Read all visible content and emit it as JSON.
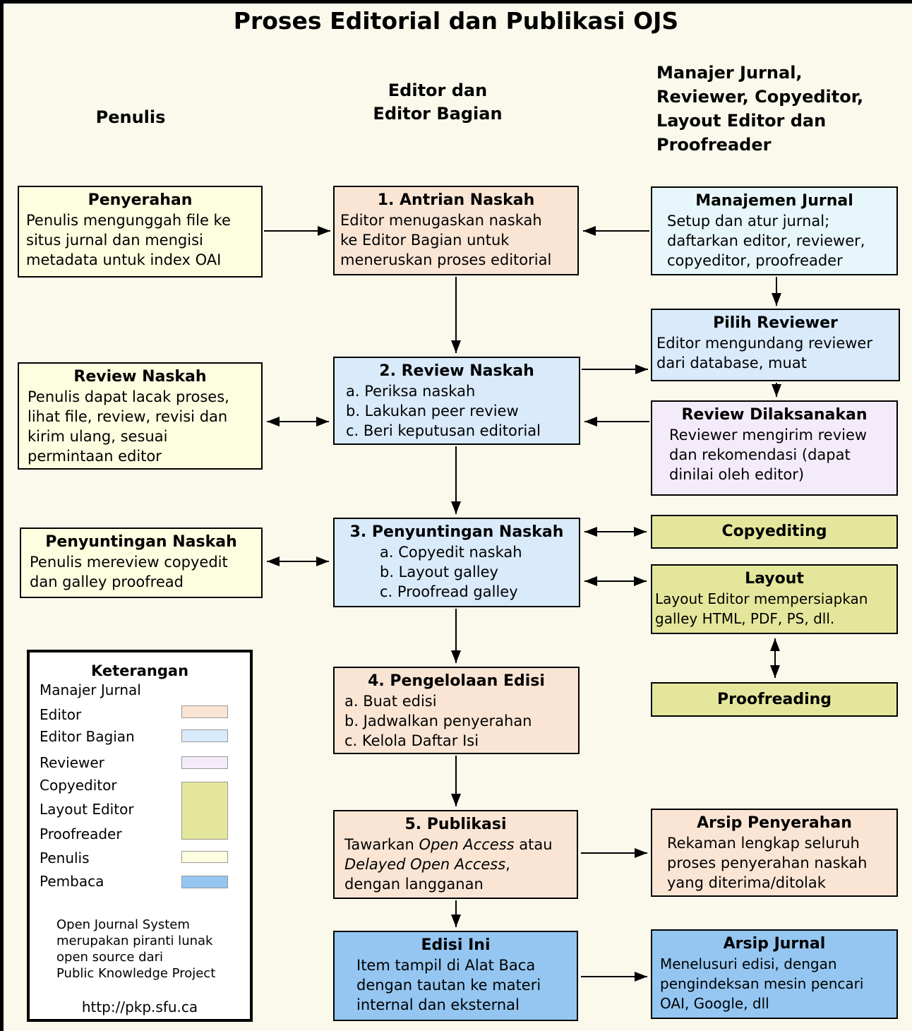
{
  "title": "Proses Editorial dan Publikasi OJS",
  "columns": {
    "col1": "Penulis",
    "col2_lines": [
      "Editor dan",
      "Editor Bagian"
    ],
    "col3_lines": [
      "Manajer Jurnal,",
      "Reviewer, Copyeditor,",
      "Layout Editor dan",
      "Proofreader"
    ]
  },
  "boxes": {
    "penyerahan": {
      "title": "Penyerahan",
      "lines": [
        "Penulis mengunggah file ke",
        "situs jurnal dan mengisi",
        "metadata untuk index OAI"
      ]
    },
    "antrian": {
      "title": "1. Antrian Naskah",
      "lines": [
        "Editor menugaskan naskah",
        "ke Editor Bagian untuk",
        "meneruskan proses editorial"
      ]
    },
    "manajemen": {
      "title": "Manajemen Jurnal",
      "lines": [
        "Setup dan atur jurnal;",
        "daftarkan editor, reviewer,",
        "copyeditor, proofreader"
      ]
    },
    "pilih_reviewer": {
      "title": "Pilih Reviewer",
      "lines": [
        "Editor mengundang reviewer",
        "dari database, muat"
      ]
    },
    "review_naskah_penulis": {
      "title": "Review Naskah",
      "lines": [
        "Penulis dapat lacak proses,",
        "lihat file, review, revisi dan",
        "kirim ulang, sesuai",
        "permintaan editor"
      ]
    },
    "review_naskah": {
      "title": "2. Review Naskah",
      "lines": [
        "a. Periksa naskah",
        "b. Lakukan peer review",
        "c. Beri keputusan editorial"
      ]
    },
    "review_dilaksanakan": {
      "title": "Review Dilaksanakan",
      "lines": [
        "Reviewer mengirim review",
        "dan rekomendasi (dapat",
        "dinilai oleh editor)"
      ]
    },
    "penyuntingan_penulis": {
      "title": "Penyuntingan Naskah",
      "lines": [
        "Penulis mereview copyedit",
        "dan galley proofread"
      ]
    },
    "penyuntingan": {
      "title": "3. Penyuntingan Naskah",
      "lines": [
        "a. Copyedit naskah",
        "b. Layout galley",
        "c. Proofread galley"
      ]
    },
    "copyediting": {
      "title": "Copyediting"
    },
    "layout": {
      "title": "Layout",
      "lines": [
        "Layout Editor mempersiapkan",
        "galley HTML, PDF, PS, dll."
      ]
    },
    "proofreading": {
      "title": "Proofreading"
    },
    "pengelolaan": {
      "title": "4. Pengelolaan Edisi",
      "lines": [
        "a. Buat edisi",
        "b. Jadwalkan penyerahan",
        "c. Kelola Daftar Isi"
      ]
    },
    "publikasi": {
      "title": "5. Publikasi",
      "lines": [
        "Tawarkan *Open Access* atau",
        "*Delayed Open Access*,",
        "dengan langganan"
      ]
    },
    "arsip_penyerahan": {
      "title": "Arsip Penyerahan",
      "lines": [
        "Rekaman lengkap seluruh",
        "proses penyerahan naskah",
        "yang diterima/ditolak"
      ]
    },
    "edisi_ini": {
      "title": "Edisi Ini",
      "lines": [
        "Item tampil di Alat Baca",
        "dengan tautan ke materi",
        "internal dan eksternal"
      ]
    },
    "arsip_jurnal": {
      "title": "Arsip Jurnal",
      "lines": [
        "Menelusuri edisi, dengan",
        "pengindeksan mesin pencari",
        "OAI, Google, dll"
      ]
    }
  },
  "legend": {
    "title": "Keterangan",
    "entries": [
      "Manajer Jurnal",
      "Editor",
      "Editor Bagian",
      "Reviewer",
      "Copyeditor",
      "Layout Editor",
      "Proofreader",
      "Penulis",
      "Pembaca"
    ],
    "footer_lines": [
      "Open Journal System",
      "merupakan piranti lunak",
      "open source dari",
      "Public Knowledge Project"
    ],
    "url": "http://pkp.sfu.ca"
  },
  "colors": {
    "background": "#FAF9EC",
    "penulis_box": "#FDFDE0",
    "editor_box": "#FAE5D4",
    "manajer_jurnal_box": "#E6F6FA",
    "editor_bagian_box": "#D9EAFB",
    "reviewer_box": "#F4EBFA",
    "copyeditor_layout_proofreader_box": "#E4E79B",
    "pembaca_box": "#94C6F1",
    "line": "#000000"
  }
}
